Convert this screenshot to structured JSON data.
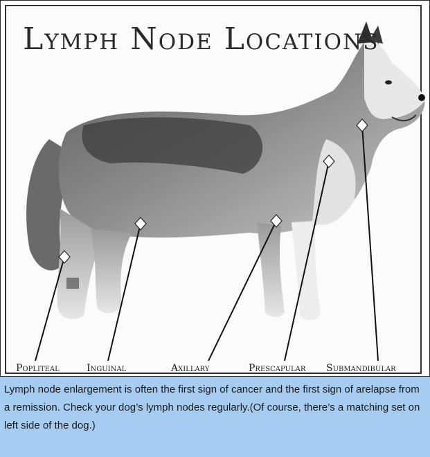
{
  "title": "Lymph Node Locations",
  "labels": {
    "popliteal": "Popliteal",
    "inguinal": "Inguinal",
    "axillary": "Axillary",
    "prescapular": "Prescapular",
    "submandibular": "Submandibular"
  },
  "caption": "Lymph node enlargement is often the first sign of cancer and the first sign of arelapse from a remission. Check your dog’s lymph nodes regularly.(Of course, there’s a matching set on left side of the dog.)",
  "colors": {
    "caption_bg": "#a6ccf2",
    "marker": "#ffffff",
    "leader_line": "#111111"
  }
}
